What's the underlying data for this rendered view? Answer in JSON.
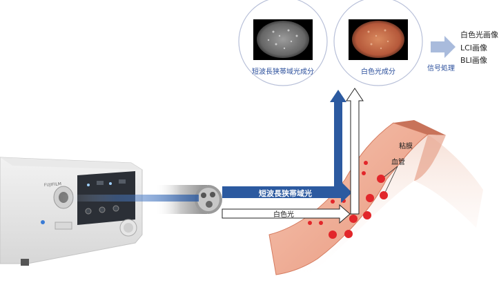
{
  "circles": [
    {
      "label": "短波長狭帯域光成分",
      "image": "grayscale-endoscopic-image"
    },
    {
      "label": "白色光成分",
      "image": "color-endoscopic-image"
    }
  ],
  "signal_processing": "信号処理",
  "outputs": [
    "白色光画像",
    "LCI画像",
    "BLI画像"
  ],
  "beams": {
    "narrowband": "短波長狭帯域光",
    "white": "白色光"
  },
  "tissue": {
    "mucosa": "粘膜",
    "vessel": "血管"
  },
  "device": {
    "brand": "FUJIFILM"
  },
  "colors": {
    "narrowband_blue": "#2c5aa0",
    "circle_border": "#b7bfd8",
    "label_blue": "#2b4f9c",
    "arrow_light_blue": "#a9bbdc",
    "vessel_red": "#e2262a",
    "tissue_pink": "#f2b39b"
  }
}
